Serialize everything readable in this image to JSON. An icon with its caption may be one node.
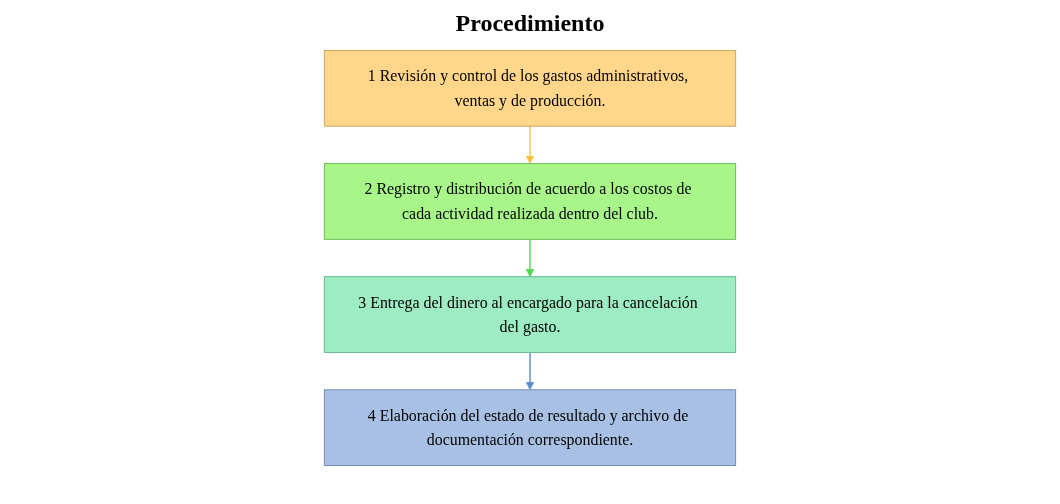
{
  "diagram": {
    "title": "Procedimiento",
    "nodes": [
      {
        "text": [
          "1 Revisión y control de los gastos administrativos, ventas y de producción."
        ]
      },
      {
        "text": [
          "2 Registro y distribución de acuerdo a los costos de cada actividad realizada dentro del club."
        ]
      },
      {
        "text": [
          "3 Entrega del dinero al encargado para la cancelación del gasto."
        ]
      },
      {
        "text": [
          "4 Elaboración del estado de resultado y archivo de documentación correspondiente."
        ]
      }
    ],
    "edges": [
      {
        "from": 0,
        "to": 1,
        "arrow": "to",
        "color": "#f5c040"
      },
      {
        "from": 1,
        "to": 2,
        "arrow": "to",
        "color": "#4cd64c"
      },
      {
        "from": 2,
        "to": 3,
        "arrow": "to",
        "color": "#5b8cc4"
      }
    ]
  }
}
